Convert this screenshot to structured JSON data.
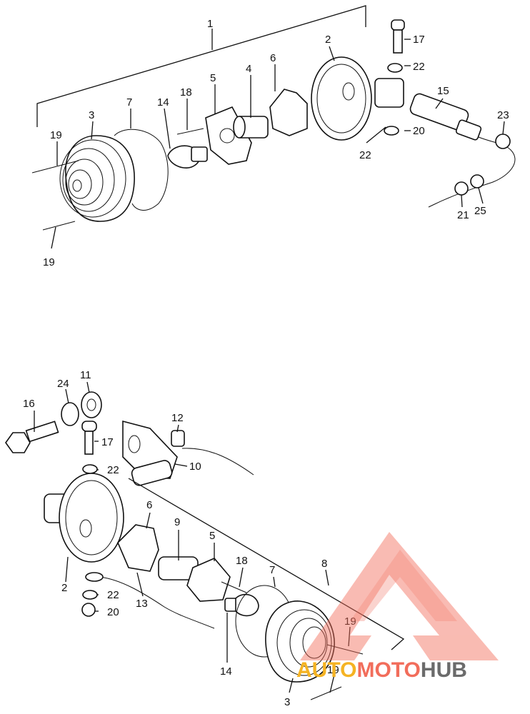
{
  "top_assembly": {
    "labels": {
      "l1": "1",
      "l2": "2",
      "l3": "3",
      "l4": "4",
      "l5": "5",
      "l6": "6",
      "l7": "7",
      "l14": "14",
      "l15": "15",
      "l17": "17",
      "l18": "18",
      "l19a": "19",
      "l19b": "19",
      "l20": "20",
      "l21": "21",
      "l22a": "22",
      "l22b": "22",
      "l23": "23",
      "l25": "25"
    }
  },
  "bottom_assembly": {
    "labels": {
      "l2": "2",
      "l3": "3",
      "l5": "5",
      "l6": "6",
      "l7": "7",
      "l8": "8",
      "l9": "9",
      "l10": "10",
      "l11": "11",
      "l12": "12",
      "l13": "13",
      "l14": "14",
      "l16": "16",
      "l17": "17",
      "l18": "18",
      "l19a": "19",
      "l19b": "19",
      "l20": "20",
      "l22a": "22",
      "l22b": "22",
      "l24": "24"
    }
  },
  "watermark": {
    "text_a": "AUTO",
    "text_b": "MOTO",
    "text_c": "HUB",
    "color_a": "#f5b323",
    "color_b": "#f26d5b",
    "color_c": "#6b6b6b",
    "logo_color": "#f26d5b"
  }
}
